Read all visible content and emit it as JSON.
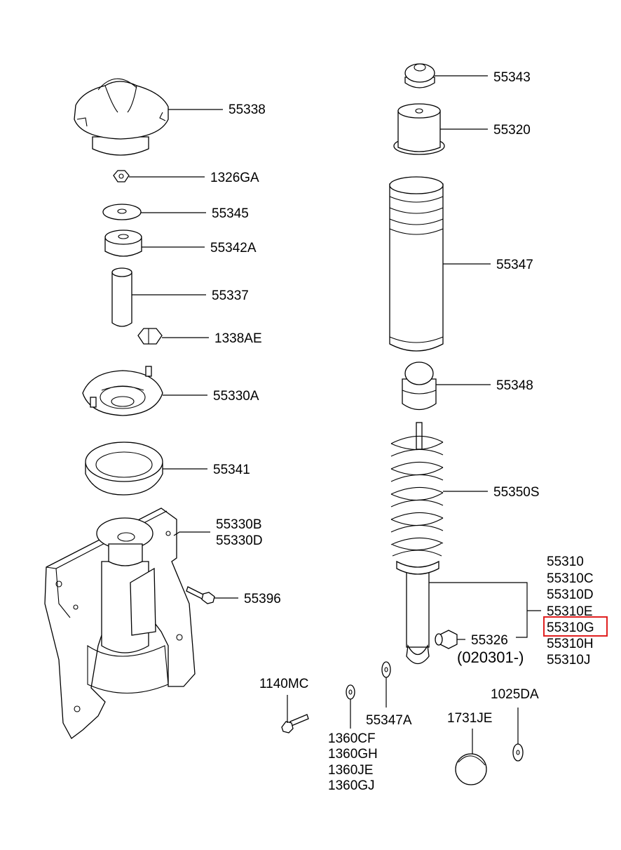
{
  "highlight_color": "#e02020",
  "labels": {
    "p55343": "55343",
    "p55320": "55320",
    "p55338": "55338",
    "p1326GA": "1326GA",
    "p55345": "55345",
    "p55342A": "55342A",
    "p55337": "55337",
    "p1338AE": "1338AE",
    "p55347": "55347",
    "p55348": "55348",
    "p55330A": "55330A",
    "p55341": "55341",
    "p55350S": "55350S",
    "p55330B": "55330B",
    "p55330D": "55330D",
    "p55396": "55396",
    "p55310": "55310",
    "p55310C": "55310C",
    "p55310D": "55310D",
    "p55310E": "55310E",
    "p55310G": "55310G",
    "p55310H": "55310H",
    "p55310J": "55310J",
    "p55326": "55326",
    "p55326_date": "(020301-)",
    "p1140MC": "1140MC",
    "p1025DA": "1025DA",
    "p55347A": "55347A",
    "p1731JE": "1731JE",
    "p1360CF": "1360CF",
    "p1360GH": "1360GH",
    "p1360JE": "1360JE",
    "p1360GJ": "1360GJ"
  }
}
